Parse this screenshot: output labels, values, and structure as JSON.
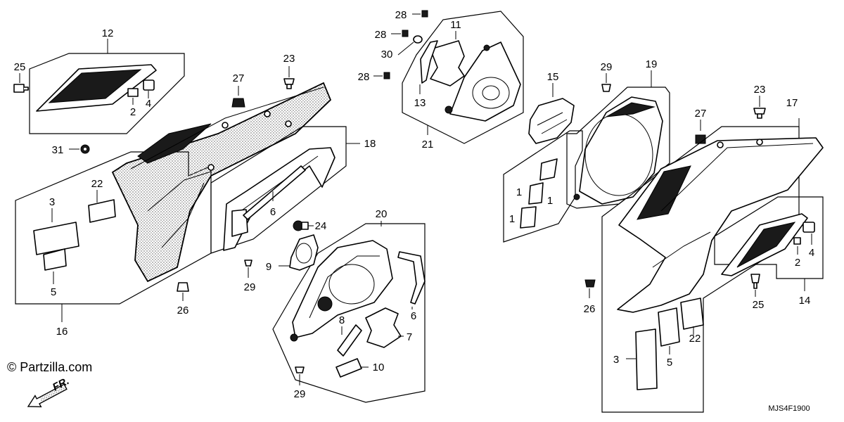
{
  "watermark": "© Partzilla.com",
  "diagram_code": "MJS4F1900",
  "direction_label": "FR.",
  "callouts": {
    "c12": "12",
    "c25a": "25",
    "c2a": "2",
    "c4a": "4",
    "c23a": "23",
    "c27a": "27",
    "c31": "31",
    "c22a": "22",
    "c3a": "3",
    "c5a": "5",
    "c16": "16",
    "c18": "18",
    "c6a": "6",
    "c24": "24",
    "c9": "9",
    "c29a": "29",
    "c26a": "26",
    "c28a": "28",
    "c28b": "28",
    "c28c": "28",
    "c30": "30",
    "c11": "11",
    "c13": "13",
    "c21": "21",
    "c20": "20",
    "c6b": "6",
    "c7": "7",
    "c8": "8",
    "c10": "10",
    "c29b": "29",
    "c15": "15",
    "c29c": "29",
    "c19": "19",
    "c1a": "1",
    "c1b": "1",
    "c1c": "1",
    "c23b": "23",
    "c17": "17",
    "c27b": "27",
    "c26b": "26",
    "c2b": "2",
    "c4b": "4",
    "c25b": "25",
    "c14": "14",
    "c22b": "22",
    "c5b": "5",
    "c3b": "3"
  }
}
